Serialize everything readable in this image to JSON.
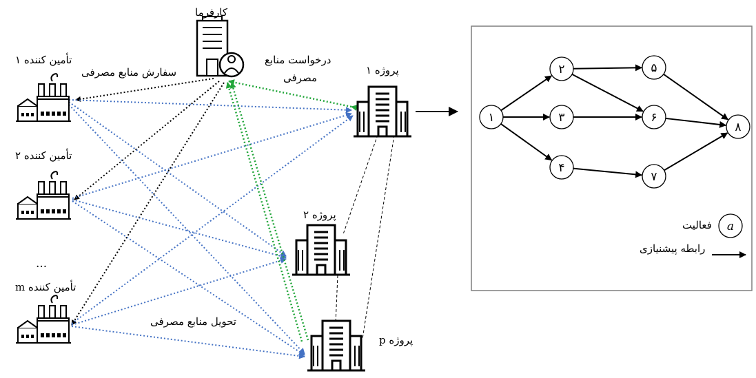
{
  "left_diagram": {
    "employer_label": "کارفرما",
    "supplier_1_label": "تأمین کننده ۱",
    "supplier_2_label": "تأمین کننده ۲",
    "supplier_ellipsis": "...",
    "supplier_m_label": "تأمین کننده m",
    "order_label": "سفارش منابع مصرفی",
    "request_label_line1": "درخواست منابع",
    "request_label_line2": "مصرفی",
    "delivery_label": "تحویل منابع مصرفی",
    "project_1_label": "پروژه ۱",
    "project_2_label": "پروژه ۲",
    "project_p_label": "پروژه p",
    "colors": {
      "order_arrows": "#000000",
      "request_arrows": "#22a63a",
      "delivery_arrows": "#4472c4"
    }
  },
  "network": {
    "nodes": [
      "۱",
      "۲",
      "۳",
      "۴",
      "۵",
      "۶",
      "۷",
      "۸"
    ],
    "edges": [
      [
        "۱",
        "۲"
      ],
      [
        "۱",
        "۳"
      ],
      [
        "۱",
        "۴"
      ],
      [
        "۲",
        "۵"
      ],
      [
        "۲",
        "۶"
      ],
      [
        "۳",
        "۶"
      ],
      [
        "۴",
        "۷"
      ],
      [
        "۵",
        "۸"
      ],
      [
        "۶",
        "۸"
      ],
      [
        "۷",
        "۸"
      ]
    ],
    "legend": {
      "activity_symbol": "a",
      "activity_label": "فعالیت",
      "precedence_label": "رابطه پیشنیازی"
    }
  }
}
